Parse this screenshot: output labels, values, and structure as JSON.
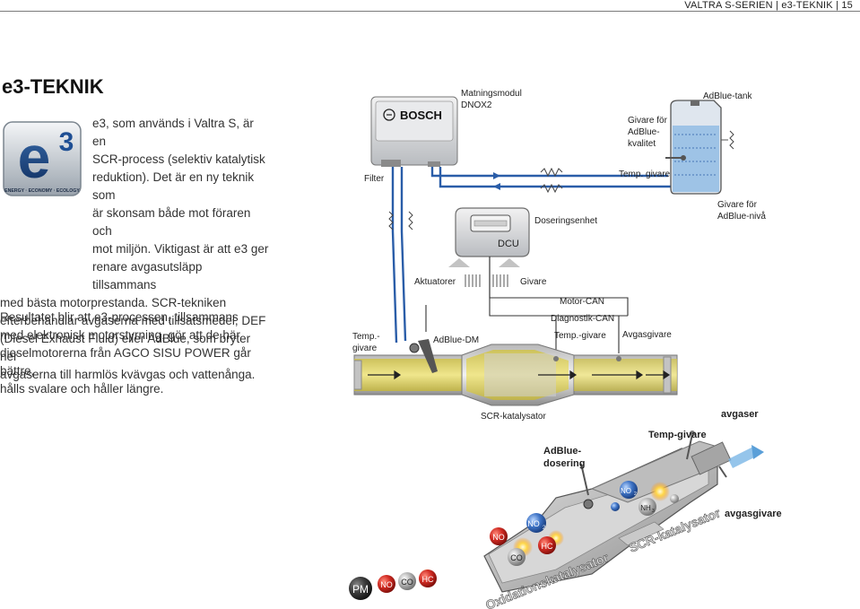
{
  "header": {
    "text": "VALTRA S-SERIEN | e3-TEKNIK | 15"
  },
  "title": "e3-TEKNIK",
  "logo": {
    "glyph": "e",
    "superscript": "3",
    "tagline": "ENERGY · ECONOMY · ECOLOGY"
  },
  "intro": {
    "lines_indented": [
      "e3, som används i Valtra S, är en",
      "SCR-process (selektiv katalytisk",
      "reduktion). Det är en ny teknik som",
      "är skonsam både mot föraren och",
      "mot miljön. Viktigast är att e3 ger",
      "renare avgasutsläpp tillsammans"
    ],
    "lines_full": [
      "med bästa motorprestanda. SCR-tekniken",
      "efterbehandlar avgaserna med tillsatsmedel, DEF",
      "(Diesel Exhaust Fluid) eller AdBlue, som bryter ner",
      "avgaserna till harmlös kvävgas och vattenånga."
    ]
  },
  "paragraph2": [
    "Resultatet blir att e3-processen, tillsammans",
    "med elektronisk motorstyrning, gör att de här",
    "dieselmotorerna från AGCO SISU POWER går bättre,",
    "hålls svalare och håller längre."
  ],
  "diagram": {
    "brand": "BOSCH",
    "labels": {
      "matningsmodul_1": "Matningsmodul",
      "matningsmodul_2": "DNOX2",
      "adblue_tank": "AdBlue-tank",
      "givare_kvalitet_1": "Givare för",
      "givare_kvalitet_2": "AdBlue-",
      "givare_kvalitet_3": "kvalitet",
      "temp_givare_tank": "Temp. givare",
      "givare_niva_1": "Givare för",
      "givare_niva_2": "AdBlue-nivå",
      "filter": "Filter",
      "doseringsenhet": "Doseringsenhet",
      "dcu": "DCU",
      "aktuatorer": "Aktuatorer",
      "givare": "Givare",
      "motor_can": "Motor-CAN",
      "diagnostik_can": "Diagnostik-CAN",
      "temp_givare_left_1": "Temp.-",
      "temp_givare_left_2": "givare",
      "adblue_dm": "AdBlue-DM",
      "temp_givare_right": "Temp.-givare",
      "avgasgivare": "Avgasgivare",
      "scr_katalysator": "SCR-katalysator"
    }
  },
  "cutaway": {
    "avgaser": "avgaser",
    "temp_givare": "Temp-givare",
    "adblue_dosering_1": "AdBlue-",
    "adblue_dosering_2": "dosering",
    "avgasgivare": "avgasgivare",
    "scr_katalysator": "SCR-katalysator",
    "oxidationskatalysator": "Oxidationskatalysator",
    "molecules": {
      "pm": "PM",
      "no": "NO",
      "co": "CO",
      "hc": "HC",
      "no_mid": "NO",
      "no2_mid": "NO",
      "no2_sub": "2",
      "hc_mid": "HC",
      "co_mid": "CO",
      "no2_right": "NO",
      "no2_right_sub": "2",
      "nh3": "NH",
      "nh3_sub": "3"
    }
  },
  "colors": {
    "pipe_blue": "#2a5da8",
    "exhaust_yellow": "#e8d84a",
    "adblue_tank": "#9ec3e6",
    "molecule_red": "#c8201e",
    "molecule_grey": "#9a9a9a"
  }
}
